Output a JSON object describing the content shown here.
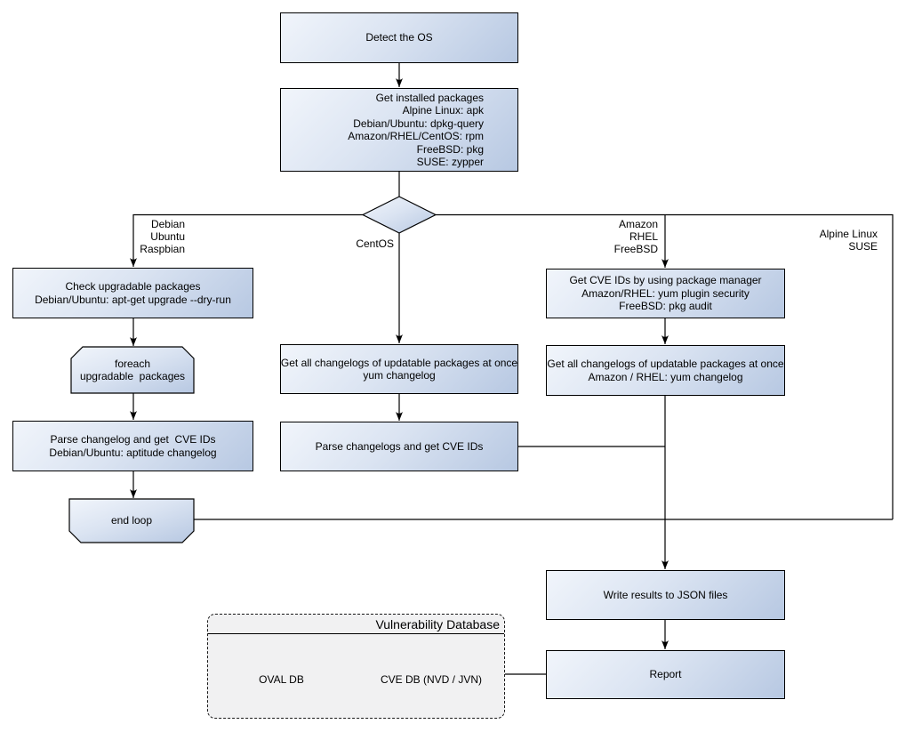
{
  "nodes": {
    "detect_os": {
      "label": "Detect the OS"
    },
    "get_installed_packages": {
      "label": "Get installed packages\nAlpine Linux: apk\nDebian/Ubuntu: dpkg-query\nAmazon/RHEL/CentOS: rpm\nFreeBSD: pkg\nSUSE: zypper"
    },
    "check_upgradable": {
      "label": "Check upgradable packages\nDebian/Ubuntu: apt-get upgrade --dry-run"
    },
    "foreach_loop": {
      "label": "foreach\nupgradable  packages"
    },
    "parse_changelog_debian": {
      "label": "Parse changelog and get  CVE IDs\nDebian/Ubuntu: aptitude changelog"
    },
    "end_loop": {
      "label": "end loop"
    },
    "get_changelogs_centos": {
      "label": "Get all changelogs of updatable packages at once\nyum changelog"
    },
    "parse_changelogs_centos": {
      "label": "Parse changelogs and get CVE IDs"
    },
    "get_cve_ids_pkg_manager": {
      "label": "Get CVE IDs by using package manager\nAmazon/RHEL: yum plugin security\nFreeBSD: pkg audit"
    },
    "get_changelogs_amazon": {
      "label": "Get all changelogs of updatable packages at once\nAmazon / RHEL: yum changelog"
    },
    "write_results": {
      "label": "Write results to JSON files"
    },
    "report": {
      "label": "Report"
    }
  },
  "branch_labels": {
    "left": "Debian\nUbuntu\nRaspbian",
    "center": "CentOS",
    "right": "Amazon\nRHEL\nFreeBSD",
    "far_right": "Alpine Linux\nSUSE"
  },
  "vulnerability_database": {
    "title": "Vulnerability Database",
    "oval_db": "OVAL DB",
    "cve_db": "CVE DB (NVD / JVN)"
  },
  "colors": {
    "node_gradient_start": "#f1f5fb",
    "node_gradient_end": "#b7c8e2",
    "line": "#000000",
    "db_container_fill": "#f1f1f2"
  }
}
